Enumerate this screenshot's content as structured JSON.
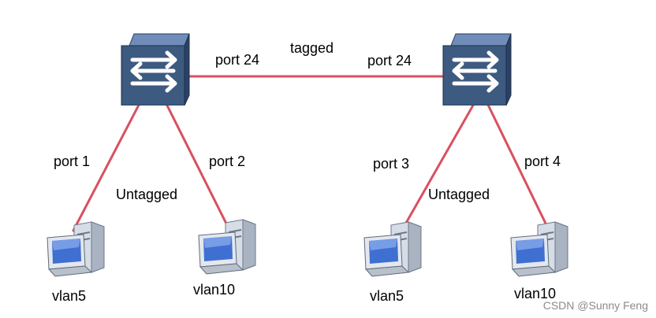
{
  "labels": {
    "trunk_label": "tagged",
    "sw1_trunk_port": "port 24",
    "sw2_trunk_port": "port 24",
    "sw1_port_a": "port 1",
    "sw1_port_b": "port 2",
    "sw2_port_a": "port 3",
    "sw2_port_b": "port 4",
    "access_left": "Untagged",
    "access_right": "Untagged",
    "pc1_vlan": "vlan5",
    "pc2_vlan": "vlan10",
    "pc3_vlan": "vlan5",
    "pc4_vlan": "vlan10"
  },
  "watermark": "CSDN @Sunny Feng",
  "colors": {
    "link": "#d9505f",
    "switch_body": "#3d5a80"
  },
  "icons": [
    "switch-icon",
    "computer-icon"
  ]
}
